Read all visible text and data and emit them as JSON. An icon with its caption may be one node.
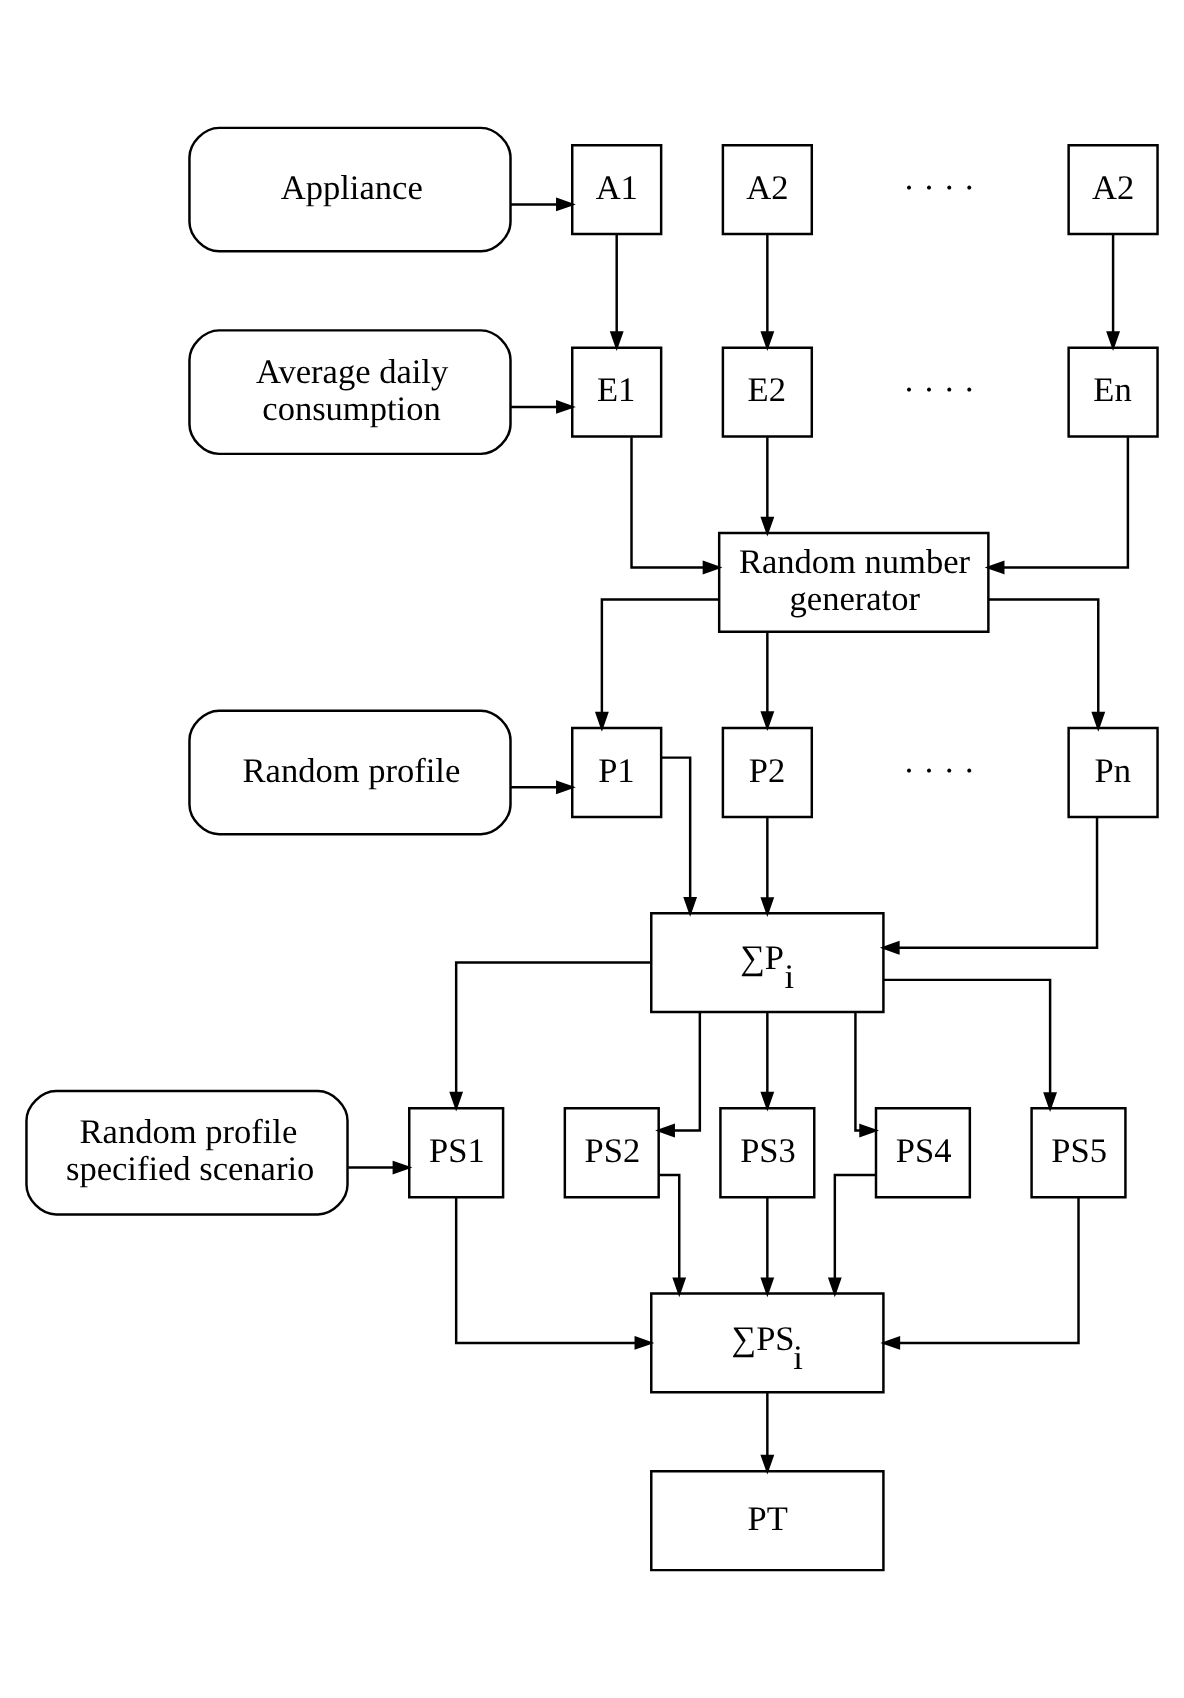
{
  "diagram": {
    "nodes": [
      {
        "text": [
          "Appliance"
        ]
      },
      {
        "text": [
          "A1"
        ]
      },
      {
        "text": [
          "A2"
        ]
      },
      {
        "text": [
          "A2"
        ]
      },
      {
        "text": [
          "Average daily consumption"
        ]
      },
      {
        "text": [
          "E1"
        ]
      },
      {
        "text": [
          "E2"
        ]
      },
      {
        "text": [
          "En"
        ]
      },
      {
        "text": [
          "Random number generator"
        ]
      },
      {
        "text": [
          "Random profile"
        ]
      },
      {
        "text": [
          "P1"
        ]
      },
      {
        "text": [
          "P2"
        ]
      },
      {
        "text": [
          "Pn"
        ]
      },
      {
        "text": [
          "∑P$_{i}$"
        ]
      },
      {
        "text": [
          "Random profile specified scenario"
        ]
      },
      {
        "text": [
          "PS1"
        ]
      },
      {
        "text": [
          "PS2"
        ]
      },
      {
        "text": [
          "PS3"
        ]
      },
      {
        "text": [
          "PS4"
        ]
      },
      {
        "text": [
          "PS5"
        ]
      },
      {
        "text": [
          "∑PS$_{i}$"
        ]
      },
      {
        "text": [
          "PT"
        ]
      }
    ],
    "edges": [
      {
        "from": 0,
        "to": 1,
        "arrow": "to"
      },
      {
        "from": 1,
        "to": 5,
        "arrow": "to"
      },
      {
        "from": 2,
        "to": 6,
        "arrow": "to"
      },
      {
        "from": 3,
        "to": 7,
        "arrow": "to"
      },
      {
        "from": 4,
        "to": 5,
        "arrow": "to"
      },
      {
        "from": 5,
        "to": 8,
        "arrow": "to"
      },
      {
        "from": 6,
        "to": 8,
        "arrow": "to"
      },
      {
        "from": 7,
        "to": 8,
        "arrow": "to"
      },
      {
        "from": 8,
        "to": 10,
        "arrow": "to"
      },
      {
        "from": 8,
        "to": 11,
        "arrow": "to"
      },
      {
        "from": 8,
        "to": 12,
        "arrow": "to"
      },
      {
        "from": 9,
        "to": 10,
        "arrow": "to"
      },
      {
        "from": 10,
        "to": 13,
        "arrow": "to"
      },
      {
        "from": 11,
        "to": 13,
        "arrow": "to"
      },
      {
        "from": 12,
        "to": 13,
        "arrow": "to"
      },
      {
        "from": 13,
        "to": 15,
        "arrow": "to"
      },
      {
        "from": 13,
        "to": 16,
        "arrow": "to"
      },
      {
        "from": 13,
        "to": 17,
        "arrow": "to"
      },
      {
        "from": 13,
        "to": 18,
        "arrow": "to"
      },
      {
        "from": 13,
        "to": 19,
        "arrow": "to"
      },
      {
        "from": 14,
        "to": 15,
        "arrow": "to"
      },
      {
        "from": 15,
        "to": 20,
        "arrow": "to"
      },
      {
        "from": 16,
        "to": 20,
        "arrow": "to"
      },
      {
        "from": 17,
        "to": 20,
        "arrow": "to"
      },
      {
        "from": 18,
        "to": 20,
        "arrow": "to"
      },
      {
        "from": 19,
        "to": 20,
        "arrow": "to"
      },
      {
        "from": 20,
        "to": 21,
        "arrow": "to"
      }
    ],
    "labels": [
      "· · · ·",
      "· · · ·",
      "· · · ·"
    ]
  }
}
